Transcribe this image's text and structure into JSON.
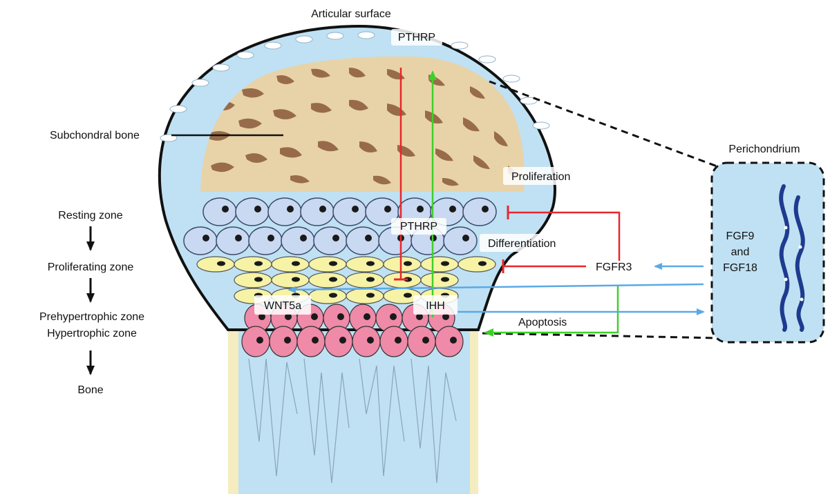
{
  "labels": {
    "articular_surface": "Articular surface",
    "pthrp_top": "PTHRP",
    "subchondral_bone": "Subchondral bone",
    "perichondrium": "Perichondrium",
    "proliferation": "Proliferation",
    "pthrp_mid": "PTHRP",
    "differentiation": "Differentiation",
    "fgfr3": "FGFR3",
    "fgf_line1": "FGF9",
    "fgf_line2": "and",
    "fgf_line3": "FGF18",
    "wnt5a": "WNT5a",
    "ihh": "IHH",
    "apoptosis": "Apoptosis"
  },
  "zones": {
    "resting": "Resting zone",
    "proliferating": "Proliferating zone",
    "prehypertrophic": "Prehypertrophic zone",
    "hypertrophic": "Hypertrophic zone",
    "bone": "Bone"
  },
  "colors": {
    "inhibit_red": "#e8262b",
    "activate_green": "#3fcf2a",
    "signal_blue": "#5aa9e6",
    "cartilage": "#bfe1f3",
    "resting_cell": "#c9d9f2",
    "proliferating_cell": "#f6f2a6",
    "hypertrophic_cell": "#ef8aa8",
    "bone_tan": "#e8d3a8"
  }
}
